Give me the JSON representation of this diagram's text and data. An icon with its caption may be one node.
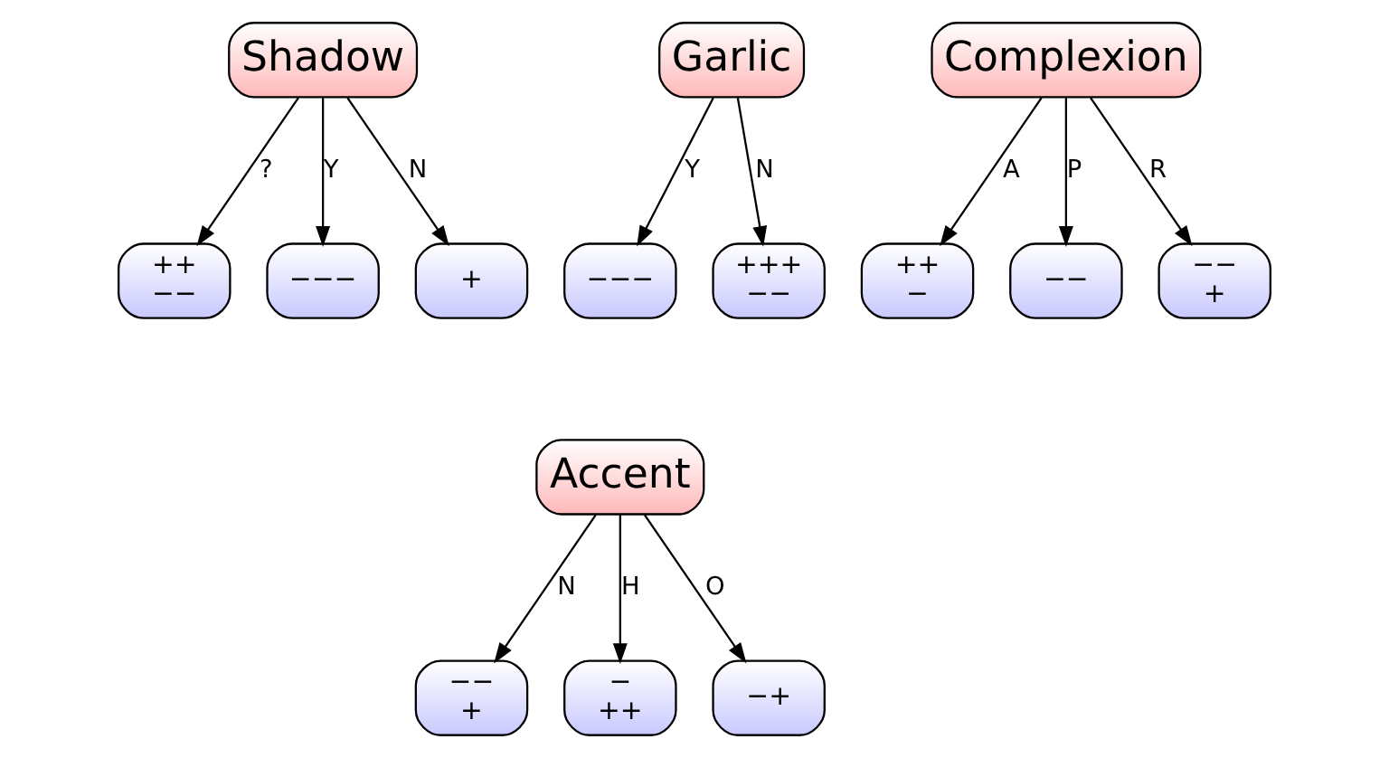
{
  "diagram": {
    "nodes": [
      {
        "text": [
          "Shadow"
        ]
      },
      {
        "text": [
          "++",
          "−−"
        ]
      },
      {
        "text": [
          "−−−"
        ]
      },
      {
        "text": [
          "+"
        ]
      },
      {
        "text": [
          "Garlic"
        ]
      },
      {
        "text": [
          "−−−"
        ]
      },
      {
        "text": [
          "+++",
          "−−"
        ]
      },
      {
        "text": [
          "Complexion"
        ]
      },
      {
        "text": [
          "++",
          "−"
        ]
      },
      {
        "text": [
          "−−"
        ]
      },
      {
        "text": [
          "−−",
          "+"
        ]
      },
      {
        "text": [
          "Accent"
        ]
      },
      {
        "text": [
          "−−",
          "+"
        ]
      },
      {
        "text": [
          "−",
          "++"
        ]
      },
      {
        "text": [
          "−+"
        ]
      }
    ],
    "edges": [
      {
        "from": 0,
        "to": 1,
        "arrow": "to",
        "label": "?"
      },
      {
        "from": 0,
        "to": 2,
        "arrow": "to",
        "label": "Y"
      },
      {
        "from": 0,
        "to": 3,
        "arrow": "to",
        "label": "N"
      },
      {
        "from": 4,
        "to": 5,
        "arrow": "to",
        "label": "Y"
      },
      {
        "from": 4,
        "to": 6,
        "arrow": "to",
        "label": "N"
      },
      {
        "from": 7,
        "to": 8,
        "arrow": "to",
        "label": "A"
      },
      {
        "from": 7,
        "to": 9,
        "arrow": "to",
        "label": "P"
      },
      {
        "from": 7,
        "to": 10,
        "arrow": "to",
        "label": "R"
      },
      {
        "from": 11,
        "to": 12,
        "arrow": "to",
        "label": "N"
      },
      {
        "from": 11,
        "to": 13,
        "arrow": "to",
        "label": "H"
      },
      {
        "from": 11,
        "to": 14,
        "arrow": "to",
        "label": "O"
      }
    ]
  }
}
